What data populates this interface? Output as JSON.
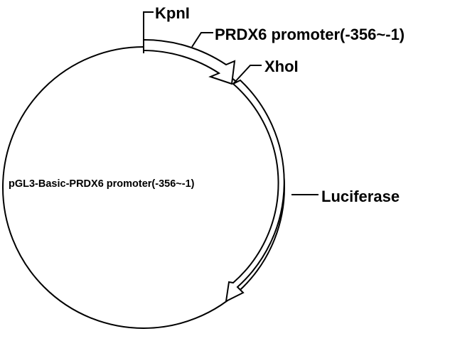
{
  "diagram": {
    "plasmid_name": "pGL3-Basic-PRDX6 promoter(-356~-1)",
    "sites": {
      "kpni": "KpnI",
      "xhoi": "XhoI"
    },
    "features": {
      "promoter": "PRDX6 promoter(-356~-1)",
      "luciferase": "Luciferase"
    },
    "colors": {
      "stroke": "#000000",
      "background": "#ffffff"
    }
  }
}
